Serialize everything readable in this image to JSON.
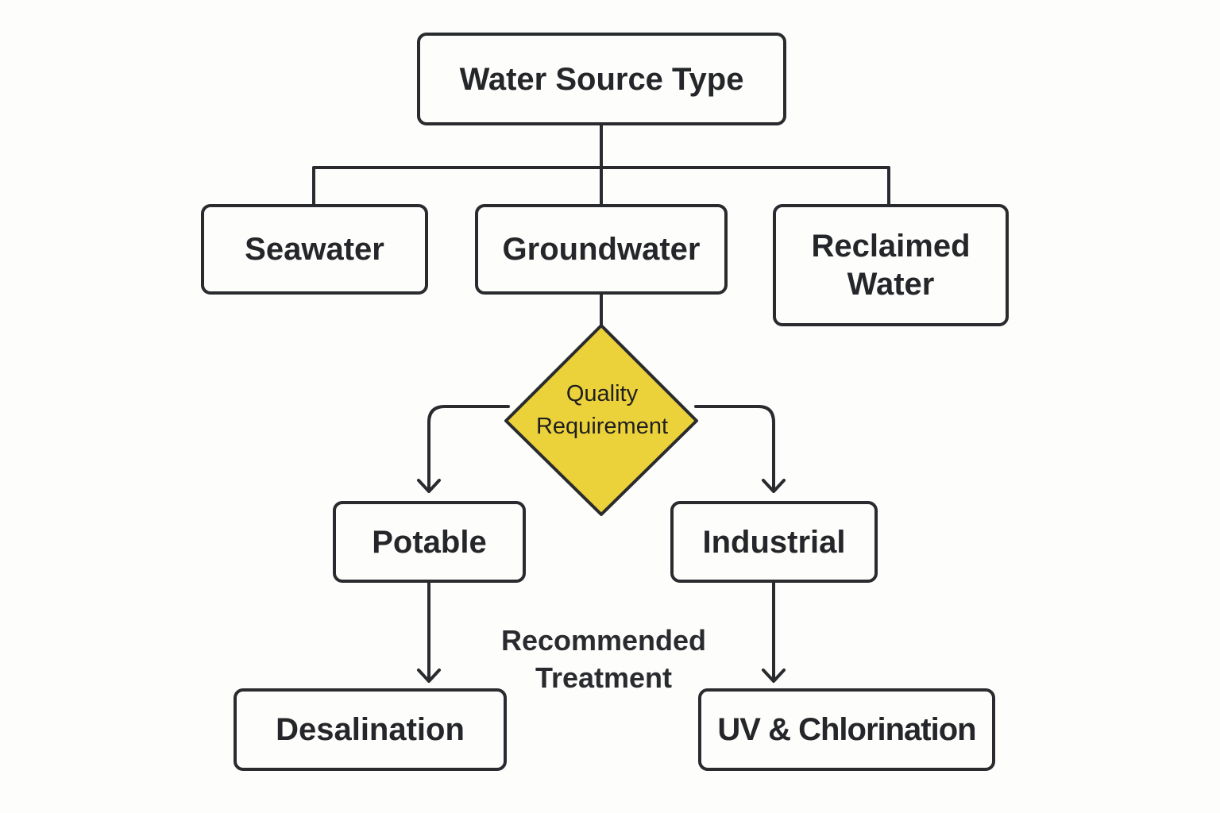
{
  "diagram": {
    "root": "Water Source Type",
    "sources": [
      "Seawater",
      "Groundwater",
      "Reclaimed Water"
    ],
    "decision": "Quality Requirement",
    "uses": [
      "Potable",
      "Industrial"
    ],
    "treatments": [
      "Desalination",
      "UV & Chlorination"
    ],
    "annotation": "Recommended Treatment",
    "colors": {
      "decision_fill": "#ecd23a",
      "stroke": "#2a2b2e",
      "background": "#fdfdfc"
    }
  }
}
